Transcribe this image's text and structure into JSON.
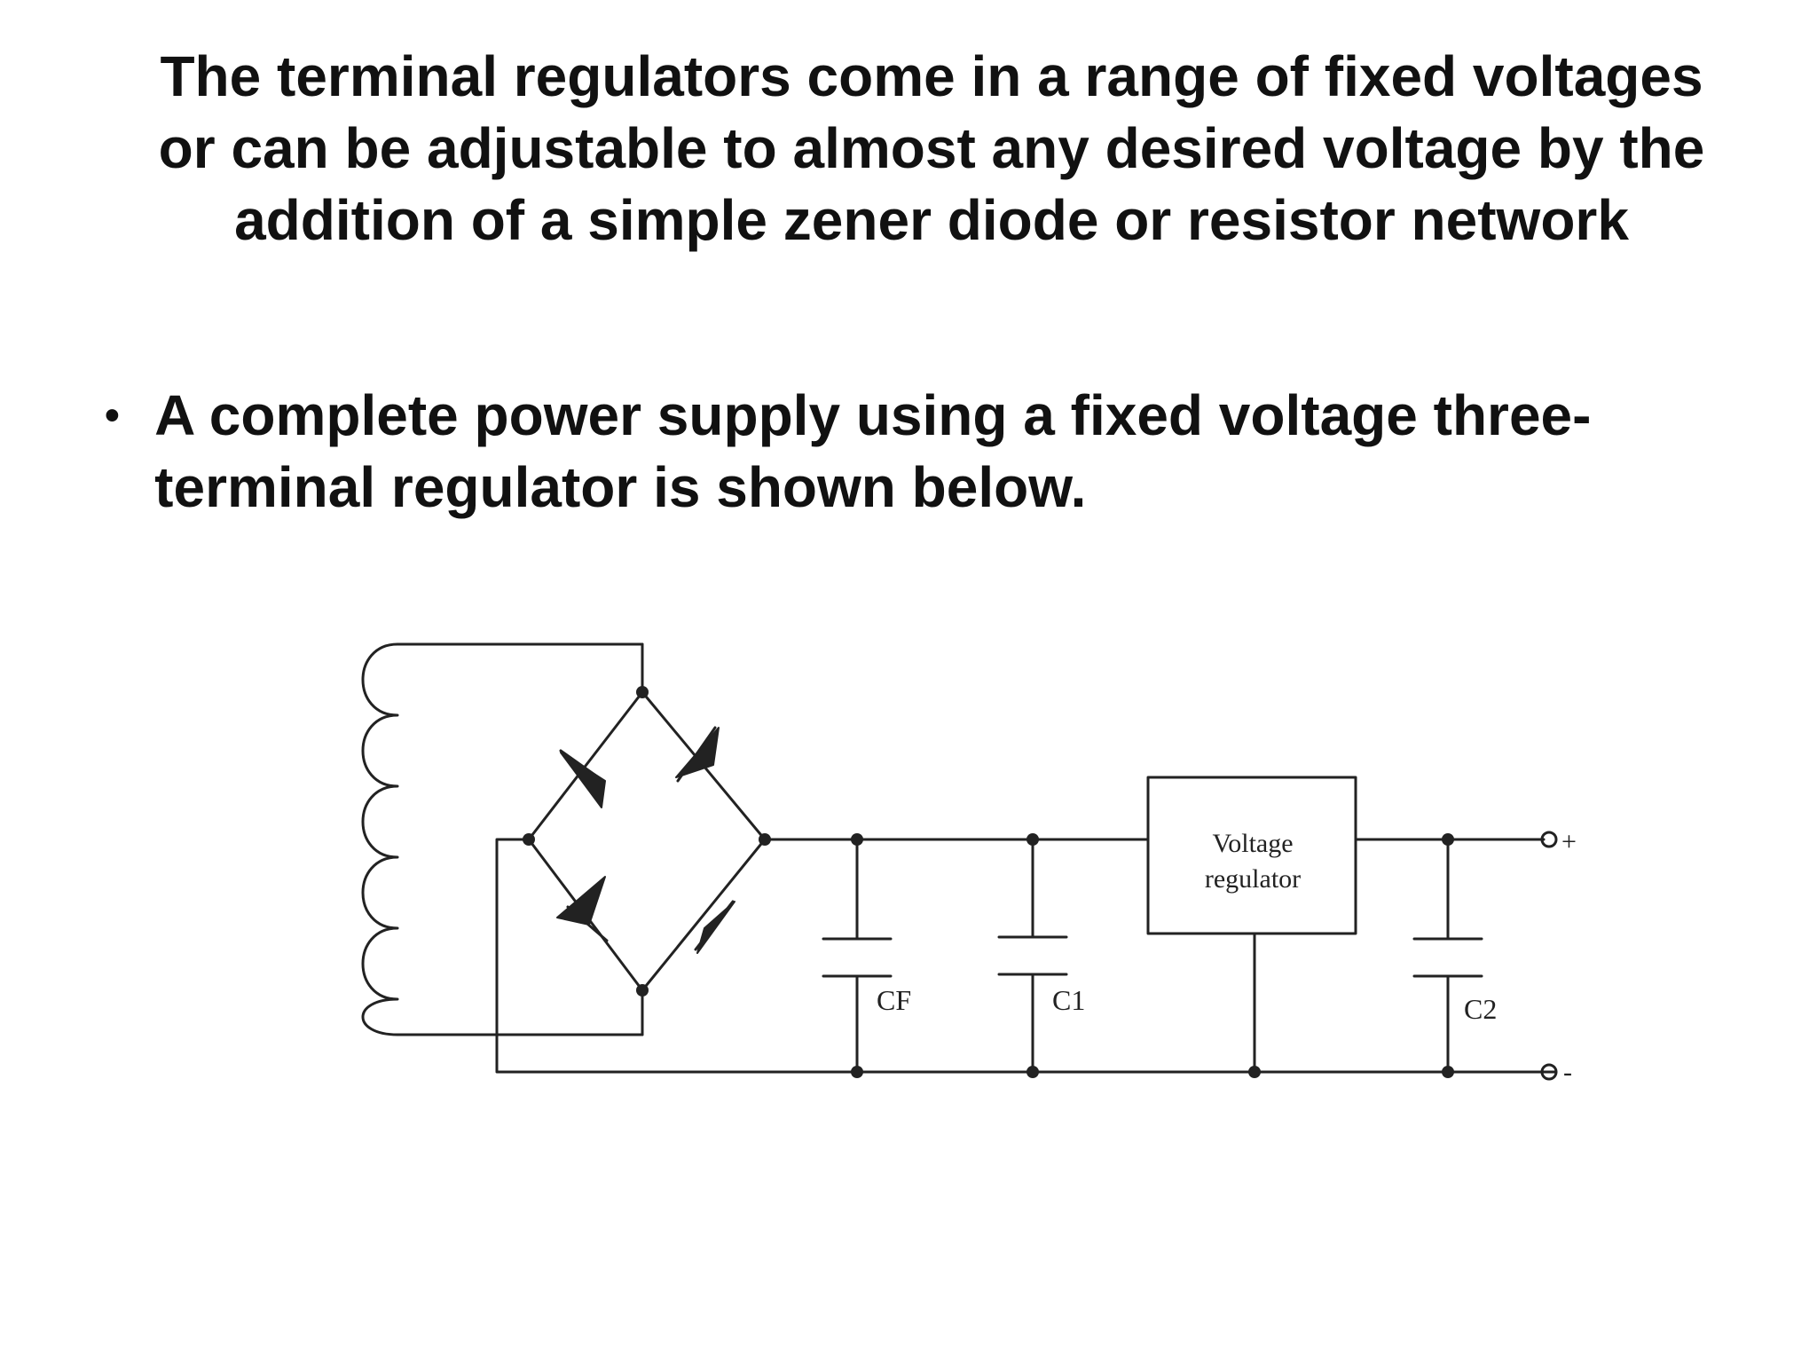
{
  "heading": {
    "text": "The terminal regulators come in a range of fixed voltages or can be adjustable to almost any desired voltage by the addition of a simple zener diode or resistor network"
  },
  "bullets": [
    {
      "marker": "•",
      "text": "A complete power supply using a fixed voltage three-terminal regulator is shown below."
    }
  ],
  "circuit": {
    "regulator_label_line1": "Voltage",
    "regulator_label_line2": "regulator",
    "capacitor_labels": {
      "cf": "CF",
      "c1": "C1",
      "c2": "C2"
    },
    "output_labels": {
      "positive": "+",
      "negative": "-"
    },
    "line_color": "#222222"
  }
}
